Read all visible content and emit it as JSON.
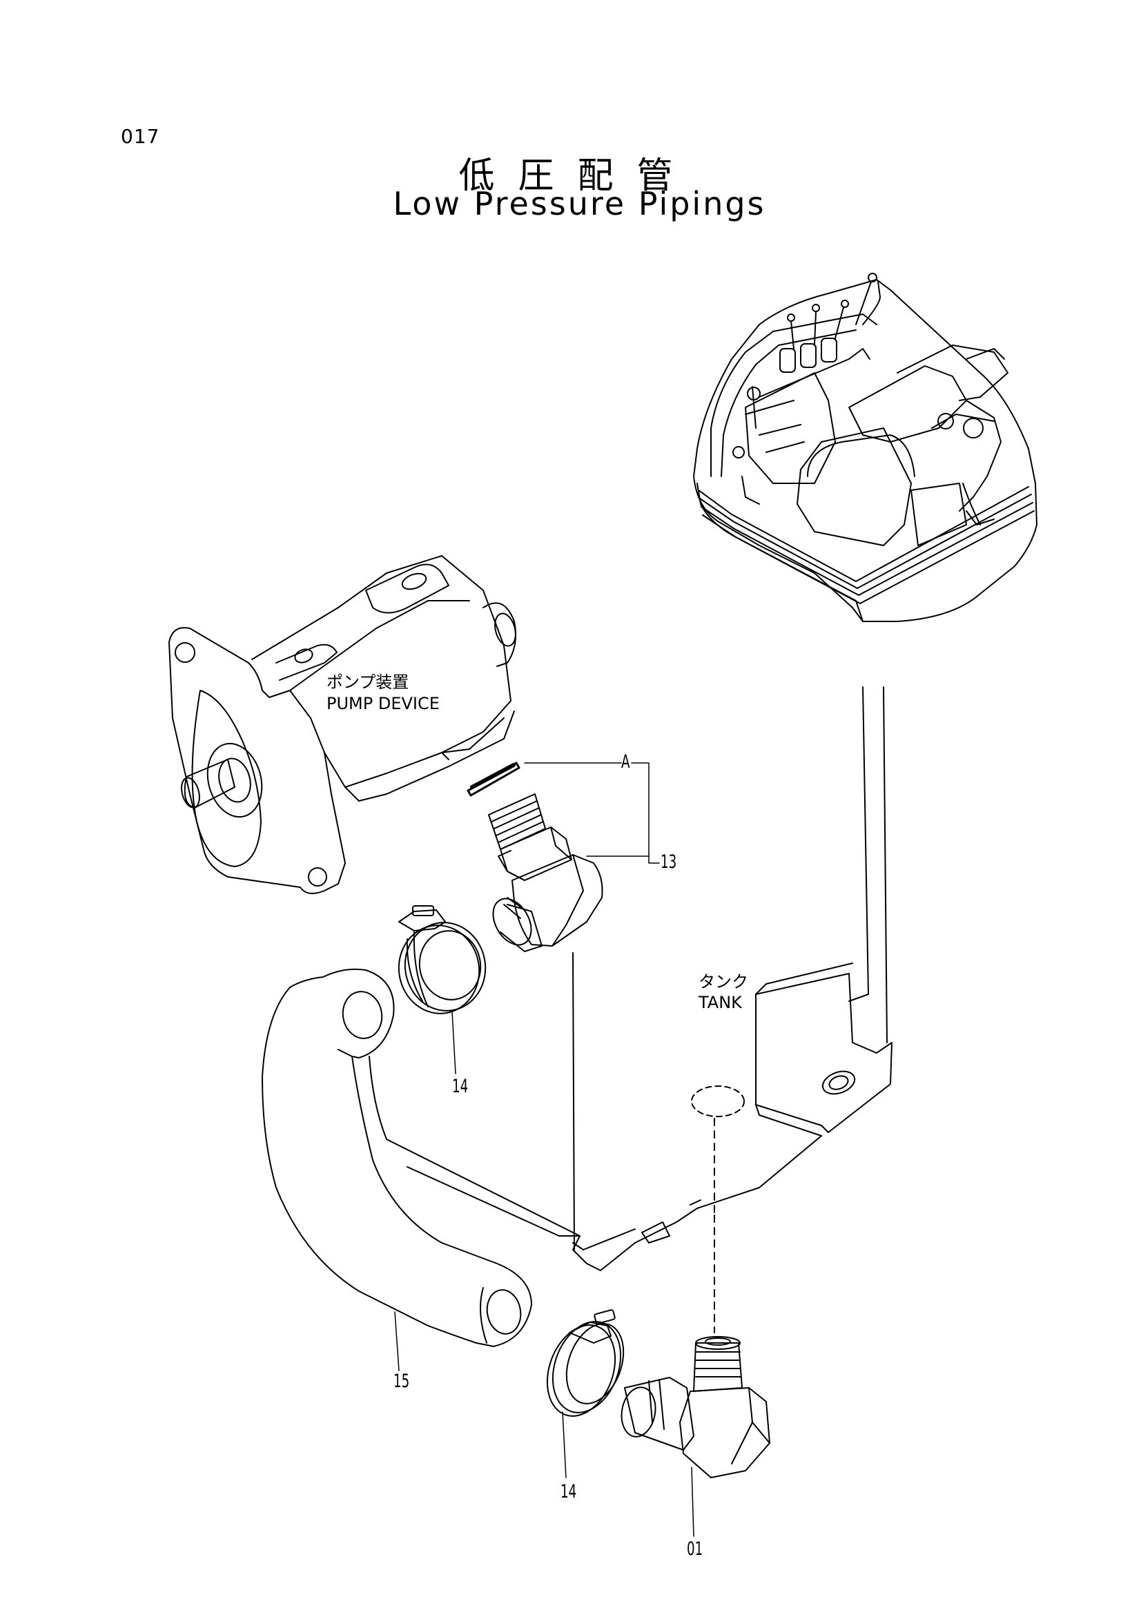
{
  "page": {
    "number": "017",
    "title_jp": "低圧配管",
    "title_en": "Low Pressure Pipings"
  },
  "components": {
    "pump": {
      "label_jp": "ポンプ装置",
      "label_en": "PUMP DEVICE"
    },
    "tank": {
      "label_jp": "タンク",
      "label_en": "TANK"
    }
  },
  "callouts": {
    "a": "A",
    "part_13": "13",
    "part_14_upper": "14",
    "part_15": "15",
    "part_14_lower": "14",
    "part_01": "01"
  }
}
